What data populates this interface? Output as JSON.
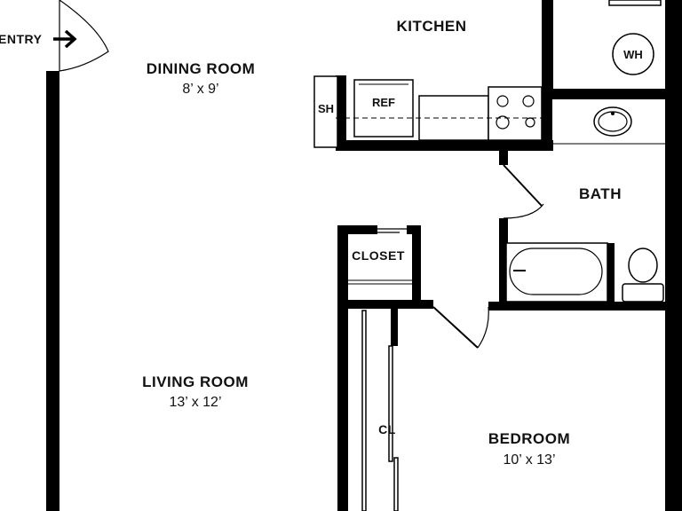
{
  "plan": {
    "entry": "ENTRY",
    "kitchen": "KITCHEN",
    "dining_room": {
      "name": "DINING ROOM",
      "dims": "8’ x 9’"
    },
    "living_room": {
      "name": "LIVING ROOM",
      "dims": "13’ x 12’"
    },
    "bedroom": {
      "name": "BEDROOM",
      "dims": "10’ x 13’"
    },
    "bath": "BATH",
    "closet": "CLOSET",
    "cl": "CL",
    "sh": "SH",
    "ref": "REF",
    "wh": "WH"
  }
}
